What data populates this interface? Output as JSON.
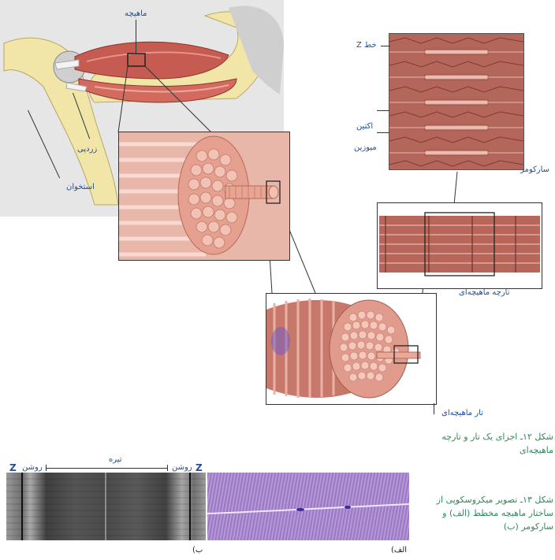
{
  "labels": {
    "muscle": "ماهیچه",
    "tendon": "زردپی",
    "bone": "استخوان",
    "z_line": "خط Z",
    "actin": "اکتین",
    "myosin": "میوزین",
    "sarcomere": "سارکومر",
    "myofibril": "تارچه ماهیچه‌ای",
    "muscle_fiber": "تار ماهیچه‌ای"
  },
  "captions": {
    "fig12_line1": "شکل ۱۲ـ اجزای یک تار و تارچه",
    "fig12_line2": "ماهیچه‌ای",
    "fig13_line1": "شکل ۱۳ـ تصویر میکروسکوپی از",
    "fig13_line2": "ساختار ماهیچه مخطط (الف) و",
    "fig13_line3": "سارکومر (ب)"
  },
  "micro": {
    "dark": "تیره",
    "light_left": "روشن",
    "light_right": "روشن",
    "z_left": "Z",
    "z_right": "Z",
    "label_b": "ب)",
    "label_a": "الف)"
  }
}
